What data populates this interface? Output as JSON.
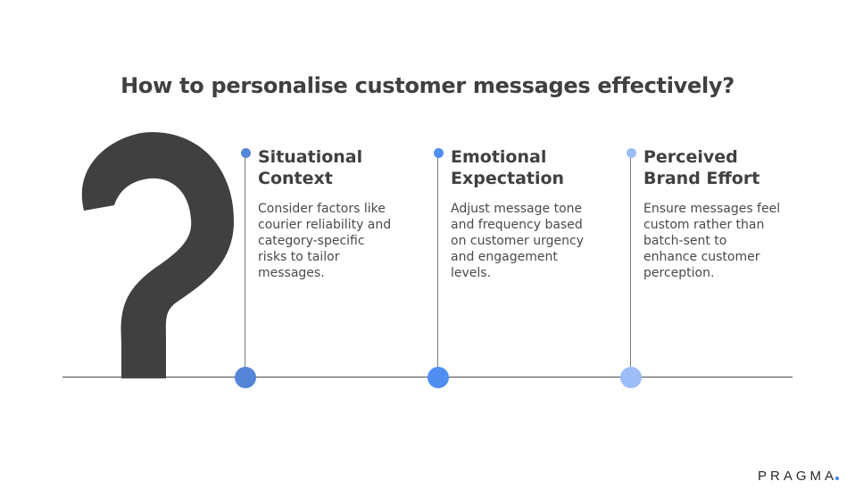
{
  "title": "How to personalise customer messages effectively?",
  "icon": "question-mark",
  "items": [
    {
      "title_line1": "Situational",
      "title_line2": "Context",
      "text_lines": [
        "Consider factors like",
        "courier reliability and",
        "category-specific",
        "risks to tailor",
        "messages."
      ],
      "color": "#5585d8"
    },
    {
      "title_line1": "Emotional",
      "title_line2": "Expectation",
      "text_lines": [
        "Adjust message tone",
        "and frequency based",
        "on customer urgency",
        "and engagement",
        "levels."
      ],
      "color": "#4f8ef0"
    },
    {
      "title_line1": "Perceived",
      "title_line2": "Brand Effort",
      "text_lines": [
        "Ensure messages feel",
        "custom rather than",
        "batch-sent to",
        "enhance customer",
        "perception."
      ],
      "color": "#9dbdf8"
    }
  ],
  "logo": {
    "text": "PRAGMA",
    "dot_color": "#3b82f6"
  },
  "colors": {
    "text": "#404040",
    "question_mark": "#404040",
    "baseline": "#4a4a4a"
  }
}
